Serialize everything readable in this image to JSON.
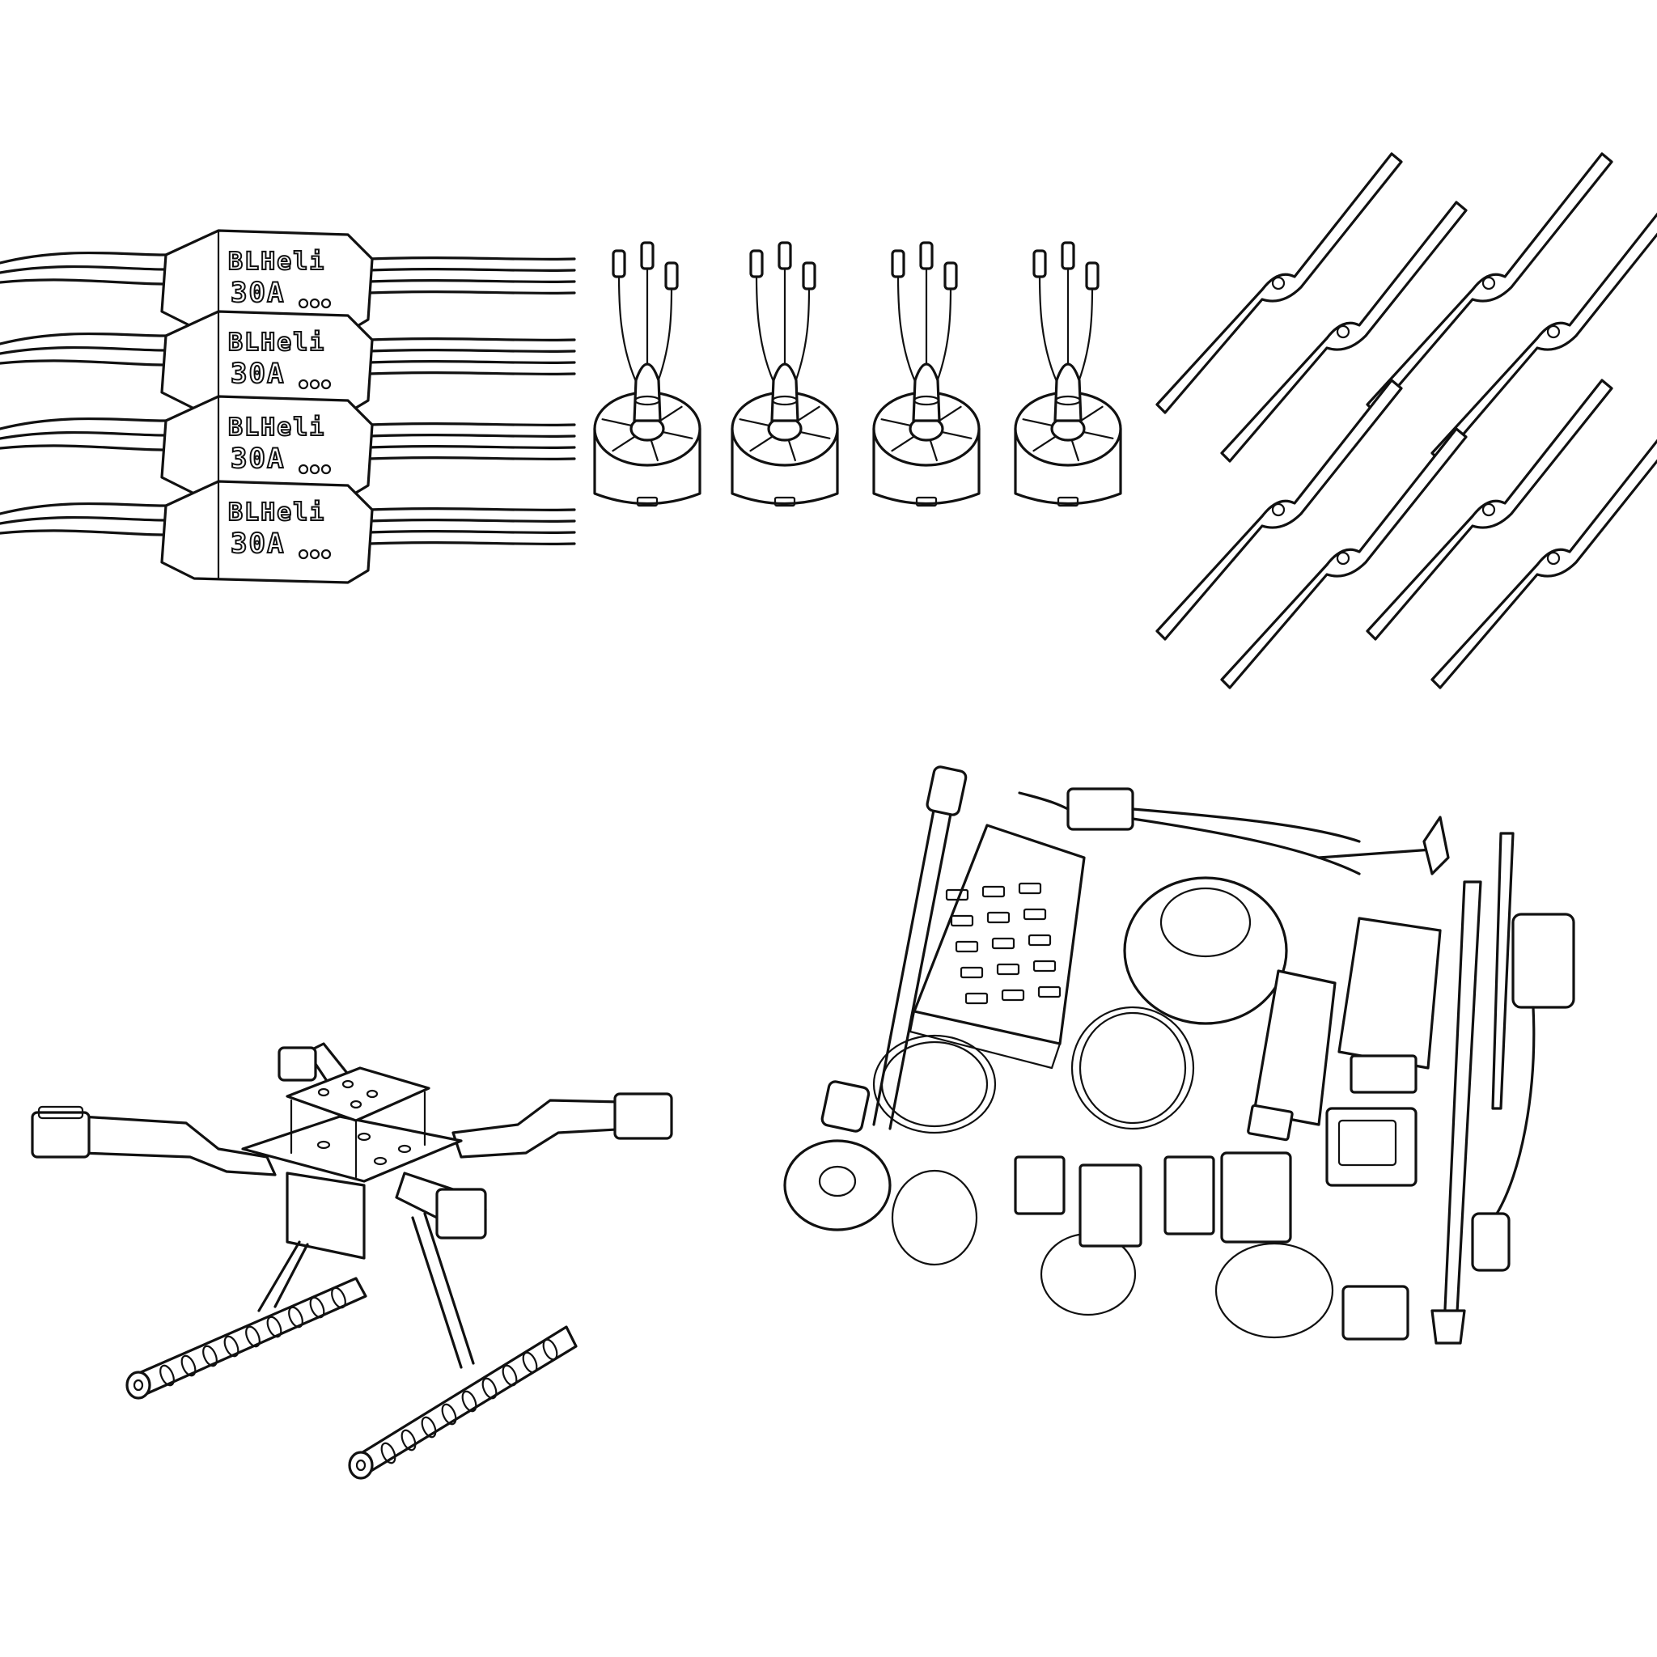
{
  "esc": {
    "units": [
      {
        "brand": "BLHeli",
        "rating": "30A"
      },
      {
        "brand": "BLHeli",
        "rating": "30A"
      },
      {
        "brand": "BLHeli",
        "rating": "30A"
      },
      {
        "brand": "BLHeli",
        "rating": "30A"
      }
    ]
  },
  "motors": {
    "count": 4
  },
  "propellers": {
    "count": 4
  },
  "colors": {
    "line": "#111111",
    "background": "#ffffff"
  }
}
